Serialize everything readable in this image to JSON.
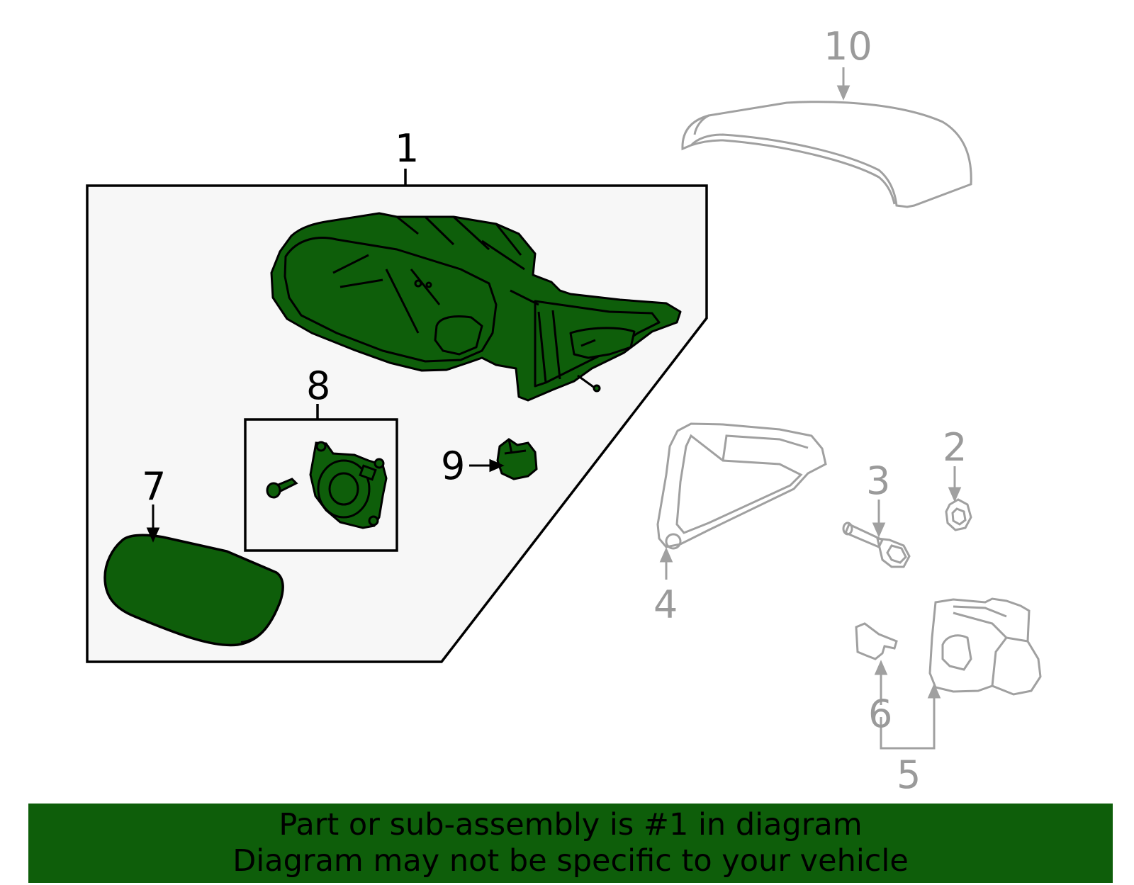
{
  "callouts": {
    "c1": "1",
    "c2": "2",
    "c3": "3",
    "c4": "4",
    "c5": "5",
    "c6": "6",
    "c7": "7",
    "c8": "8",
    "c9": "9",
    "c10": "10"
  },
  "banner": {
    "line1": "Part or sub-assembly is #1 in diagram",
    "line2": "Diagram may not be specific to your vehicle"
  },
  "colors": {
    "highlight_fill": "#0e5e0a",
    "inactive_line": "#a0a0a0",
    "panel_fill": "#f7f7f7"
  }
}
